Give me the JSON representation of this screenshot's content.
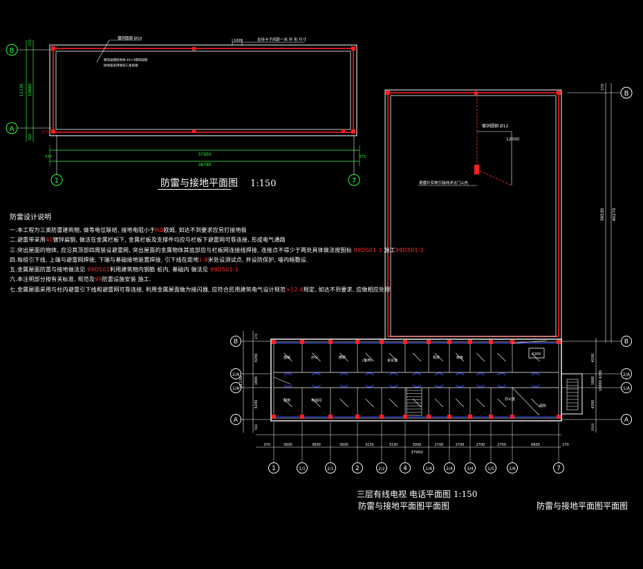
{
  "top_plan": {
    "title": "防雷与接地平面图",
    "scale": "1:150",
    "grid_rows": [
      "B",
      "A"
    ],
    "grid_cols": [
      "1",
      "7"
    ],
    "dim_left_total": "11130",
    "dim_left_inner": "10680",
    "dim_left_top": "270",
    "dim_left_bottom": "500",
    "dim_bottom_inner": "37950",
    "dim_bottom_total": "38790",
    "dim_bottom_left": "370",
    "dim_bottom_right": "270",
    "lbl_rod": "镀锌圆钢 Ø10",
    "lbl_support": "支持卡子间距一米 外 形 尺寸",
    "lbl_1000": "1000",
    "lbl_note_small": "镀锌扁钢接地线 40×4镀锌扁钢",
    "lbl_note_small2": "接地极采用镀锌三角角钢",
    "lbl_corner": "引下线"
  },
  "right_plan": {
    "lbl_rod": "镀锌圆钢 Ø12",
    "lbl_12000": "12000",
    "lbl_note": "避雷针实物引接线详见门山先",
    "grid_rows": [
      "B"
    ],
    "dim_top": "270",
    "dim_mid": "39530",
    "dim_total": "40270"
  },
  "notes": {
    "heading": "防雷设计说明",
    "l1": "一.本工程为三类防雷建筑物, 做等电位联结, 接地电阻小于",
    "l1r": "RΩ",
    "l1b": "欧姆, 如达不到要求应另打接地极",
    "l2a": "二.避雷带采用",
    "l2r": "40",
    "l2b": "镀锌扁钢, 做法在金属栏板下, 金属栏板及支撑件均应与栏板下避雷网可靠连接, 形成电气通路",
    "l3": "三.突出屋面的物体, 应沿其顶部四周装设避雷网, 突出屋面的金属物体其底部应与栏板网连接线焊接, 连接点不得少于两处具体做法按图标",
    "l3r1": "99D501-1",
    "l3r2": "99D501-3",
    "l3m": "施工",
    "l4a": "四.每组引下线, 上端与避雷网焊接, 下端与基础接地装置焊接, 引下线在距地",
    "l4r": "1.8",
    "l4b": "米处设测试点, 并设防保护, 墙内暗敷设.",
    "l5a": "五.金属屋面防雷与接地做法见",
    "l5r1": "99D501",
    "l5b": "利用建筑物内钢筋  桩内, 基础内  做法见",
    "l5r2": "99D501-1",
    "l6a": "六.本注明部分按有关标准, 规范及",
    "l6r": "99",
    "l6b": "防雷设施安装",
    "l6c": "施工.",
    "l7a": "七.金属屋面采用与柱内避雷引下线和避雷网可靠连接, 利用金属屋面做为接闪器, 应符合",
    "l7b": "民用建筑电气设计规范",
    "l7r": ">12.4",
    "l7c": "规定, 如达不到要求, 应做相应处理"
  },
  "floor_plan": {
    "title1": "三层有线电视 电话平面图",
    "scale": "1:150",
    "title2": "防雷与接地平面图平面图",
    "title_right": "防雷与接地平面图平面图",
    "grid_cols": [
      "1",
      "1/1",
      "2/1",
      "2",
      "2/2",
      "4",
      "1/4",
      "2/4",
      "3/4",
      "1/5",
      "1/6",
      "7"
    ],
    "bay_dims": [
      "3600",
      "3600",
      "3600",
      "3130",
      "3130",
      "3000",
      "2700",
      "2700",
      "2700",
      "2700",
      "6800"
    ],
    "edge_left": "370",
    "edge_right": "270",
    "total": "37950",
    "rows_left": [
      "B",
      "2/A",
      "1/A",
      "A"
    ],
    "dims_left": [
      "370",
      "4200",
      "1800",
      "4200",
      "500"
    ],
    "dim_left_total": "11130",
    "dims_right": [
      "4200",
      "1800",
      "4200",
      "3500"
    ],
    "dim_right_total": "10800 4200",
    "rooms": [
      "值班",
      "办公",
      "教研",
      "(备用)",
      "会议室",
      "机房",
      "库房",
      "办公室",
      "电话间",
      "配电",
      "厕所"
    ],
    "cabinet": "220V"
  }
}
